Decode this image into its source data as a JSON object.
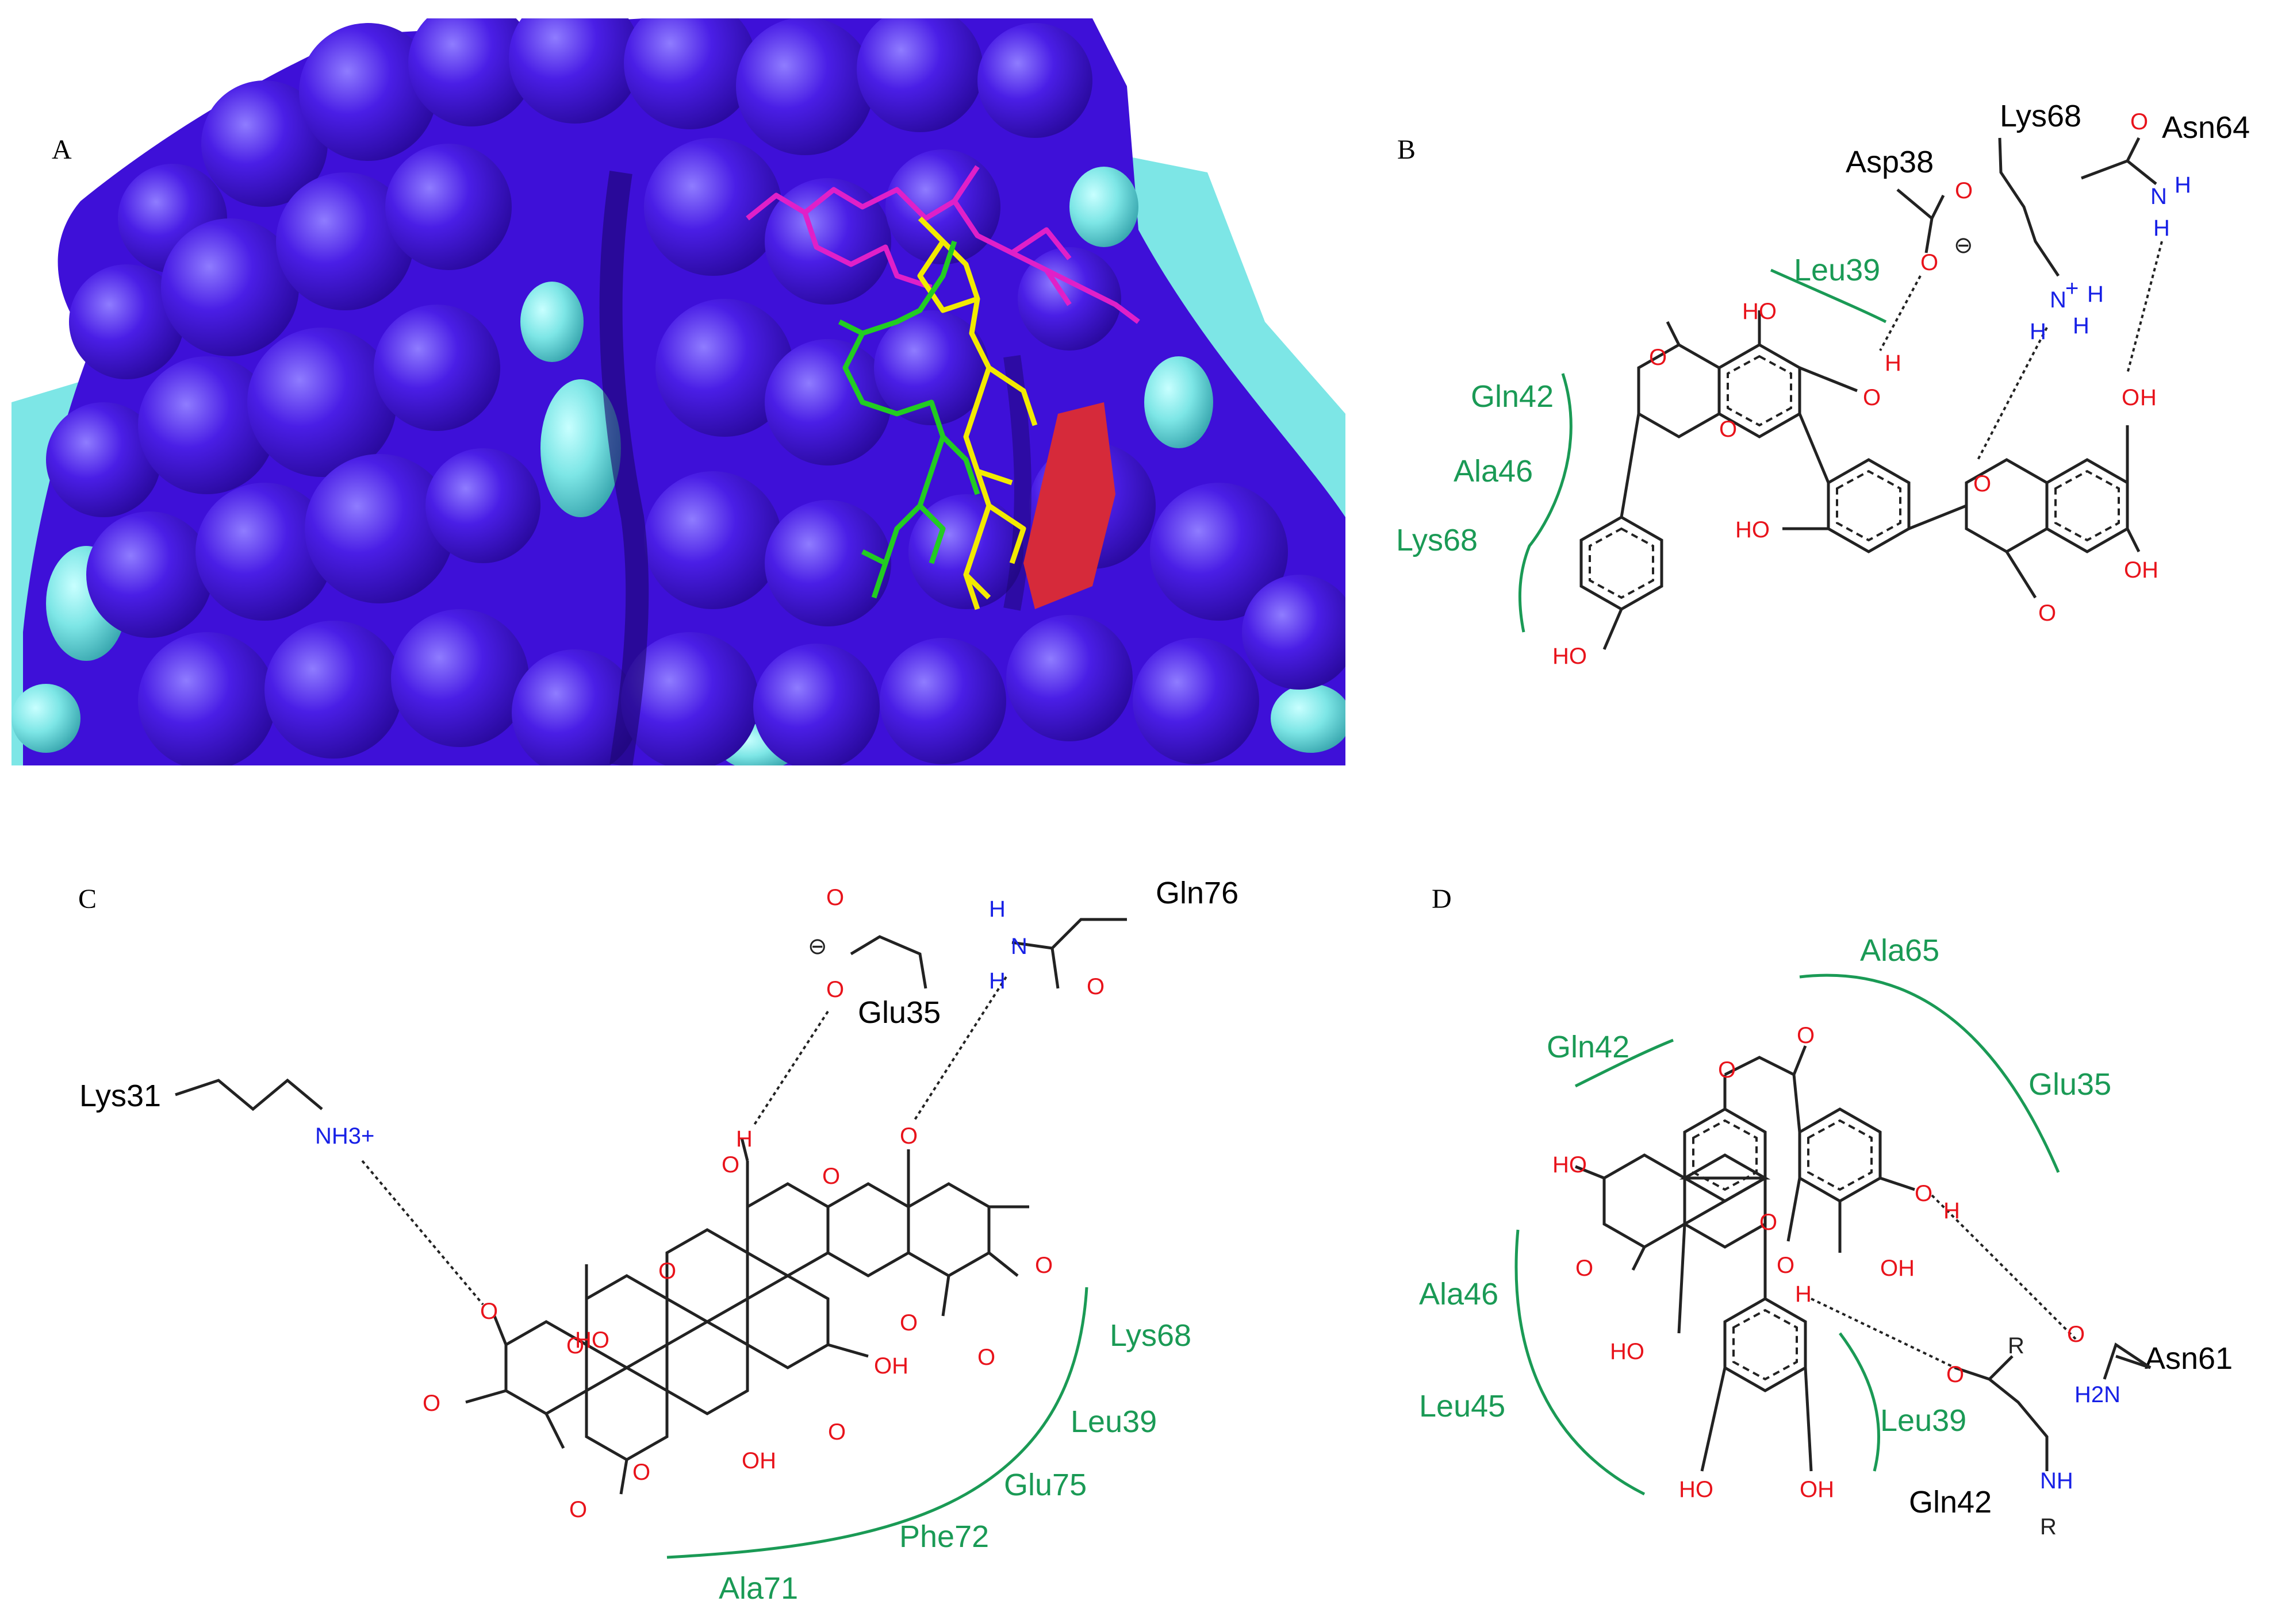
{
  "panel_labels": {
    "a": "A",
    "b": "B",
    "c": "C",
    "d": "D"
  },
  "colors": {
    "surface_blue": "#3e10d8",
    "surface_cyan": "#7de6e6",
    "surface_red": "#d62a3a",
    "ligand_magenta": "#e020c8",
    "ligand_yellow": "#f2ea00",
    "ligand_green": "#22cc22",
    "residue_green": "#1a9a55",
    "oxygen": "#e8131b",
    "nitrogen": "#1720e6"
  },
  "panel_b": {
    "residues_black": [
      "Asp38",
      "Lys68",
      "Asn64"
    ],
    "residues_green": [
      "Leu39",
      "Gln42",
      "Ala46",
      "Lys68"
    ],
    "atoms": {
      "ho_top": "HO",
      "oh_mid": "O",
      "h_mid": "H",
      "o_carbonyl_left": "O",
      "o_ring_left": "O",
      "ho_left": "HO",
      "oh_right": "O",
      "h_right": "H",
      "o_ring_right": "O",
      "oh_bottom_right": "OH",
      "o_carbonyl_right": "O",
      "ho_bottom": "HO",
      "asp_o1": "O",
      "asp_o2": "O",
      "asp_charge": "⊖",
      "lys_n": "N",
      "lys_plus": "+",
      "lys_h1": "H",
      "lys_h2": "H",
      "lys_h3": "H",
      "asn_o": "O",
      "asn_n": "N",
      "asn_h1": "H",
      "asn_h2": "H"
    }
  },
  "panel_c": {
    "residues_black": [
      "Gln76",
      "Glu35",
      "Lys31"
    ],
    "residues_green": [
      "Lys68",
      "Leu39",
      "Glu75",
      "Phe72",
      "Ala71"
    ],
    "atoms": {
      "glu_o1": "O",
      "glu_o2": "O",
      "glu_charge": "⊖",
      "gln_o": "O",
      "gln_n": "N",
      "gln_h1": "H",
      "gln_h2": "H",
      "lys_nh3": "NH3+",
      "oh_h": "H",
      "oh_o": "O",
      "o_ring1": "O",
      "o_carbonyl_top": "O",
      "o_ring2": "O",
      "o_right1": "O",
      "o_right2": "O",
      "o_right3": "O",
      "ho_mid": "HO",
      "oh_mid": "OH",
      "o_ring3": "O",
      "o_left_top": "O",
      "o_left1": "O",
      "o_left2": "O",
      "o_ring4": "O",
      "oh_bottom": "OH",
      "o_carbonyl_bottom": "O"
    }
  },
  "panel_d": {
    "residues_black": [
      "Asn61",
      "Gln42"
    ],
    "residues_green": [
      "Ala65",
      "Gln42",
      "Glu35",
      "Ala46",
      "Leu45",
      "Leu39"
    ],
    "atoms": {
      "ester_o1": "O",
      "ester_o2": "O",
      "ho_left": "HO",
      "o_ring": "O",
      "o_carbonyl": "O",
      "ho_bottom": "HO",
      "ho_b1": "HO",
      "oh_b2": "OH",
      "oh_r1": "O",
      "h_r1": "H",
      "oh_r2": "O",
      "h_r2": "H",
      "oh_r3": "OH",
      "gln_o": "O",
      "gln_r1": "R",
      "gln_nh": "NH",
      "gln_r2": "R",
      "asn_o": "O",
      "asn_nh2": "H2N"
    }
  }
}
